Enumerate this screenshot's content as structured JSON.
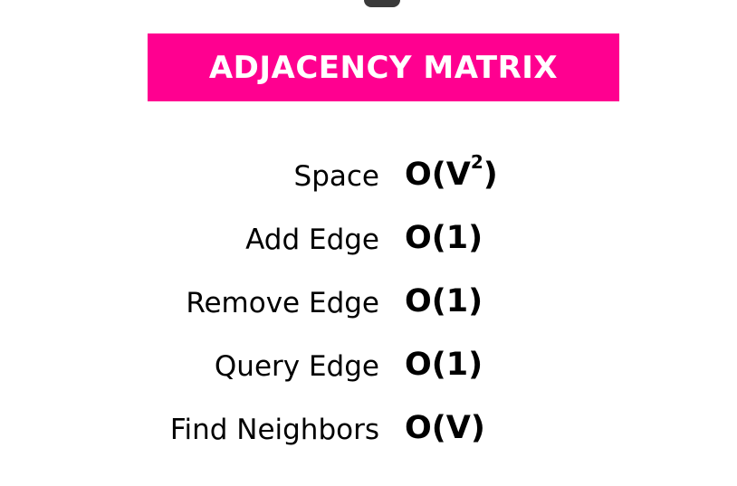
{
  "title": "ADJACENCY MATRIX",
  "rows": [
    {
      "operation": "Space",
      "complexity_base": "O(V",
      "complexity_exp": "2",
      "complexity_close": ")"
    },
    {
      "operation": "Add Edge",
      "complexity_base": "O(1)",
      "complexity_exp": "",
      "complexity_close": ""
    },
    {
      "operation": "Remove Edge",
      "complexity_base": "O(1)",
      "complexity_exp": "",
      "complexity_close": ""
    },
    {
      "operation": "Query Edge",
      "complexity_base": "O(1)",
      "complexity_exp": "",
      "complexity_close": ""
    },
    {
      "operation": "Find Neighbors",
      "complexity_base": "O(V)",
      "complexity_exp": "",
      "complexity_close": ""
    }
  ],
  "colors": {
    "banner": "#ff0090",
    "banner_text": "#ffffff",
    "text": "#000000"
  }
}
